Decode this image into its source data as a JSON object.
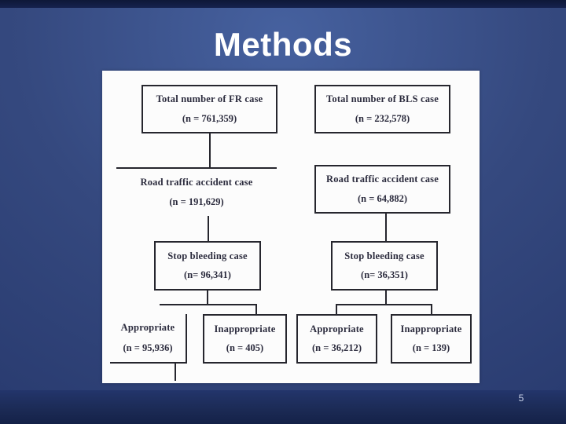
{
  "slide": {
    "title": "Methods",
    "page_number": "5"
  },
  "flowchart": {
    "fr": {
      "total": {
        "label": "Total number of FR case",
        "n": "(n = 761,359)"
      },
      "road": {
        "label": "Road traffic accident case",
        "n": "(n = 191,629)"
      },
      "stop": {
        "label": "Stop bleeding case",
        "n": "(n= 96,341)"
      },
      "appropriate": {
        "label": "Appropriate",
        "n": "(n = 95,936)"
      },
      "inappropriate": {
        "label": "Inappropriate",
        "n": "(n = 405)"
      }
    },
    "bls": {
      "total": {
        "label": "Total number of BLS case",
        "n": "(n = 232,578)"
      },
      "road": {
        "label": "Road traffic accident case",
        "n": "(n = 64,882)"
      },
      "stop": {
        "label": "Stop bleeding case",
        "n": "(n= 36,351)"
      },
      "appropriate": {
        "label": "Appropriate",
        "n": "(n = 36,212)"
      },
      "inappropriate": {
        "label": "Inappropriate",
        "n": "(n = 139)"
      }
    }
  },
  "colors": {
    "background_blue": "#35497f",
    "top_bar": "#101c45",
    "bottom_bar": "#1b2a54",
    "panel": "#fcfcfc",
    "box_border": "#26262e",
    "box_text": "#2b2b3d",
    "title_text": "#ffffff"
  }
}
